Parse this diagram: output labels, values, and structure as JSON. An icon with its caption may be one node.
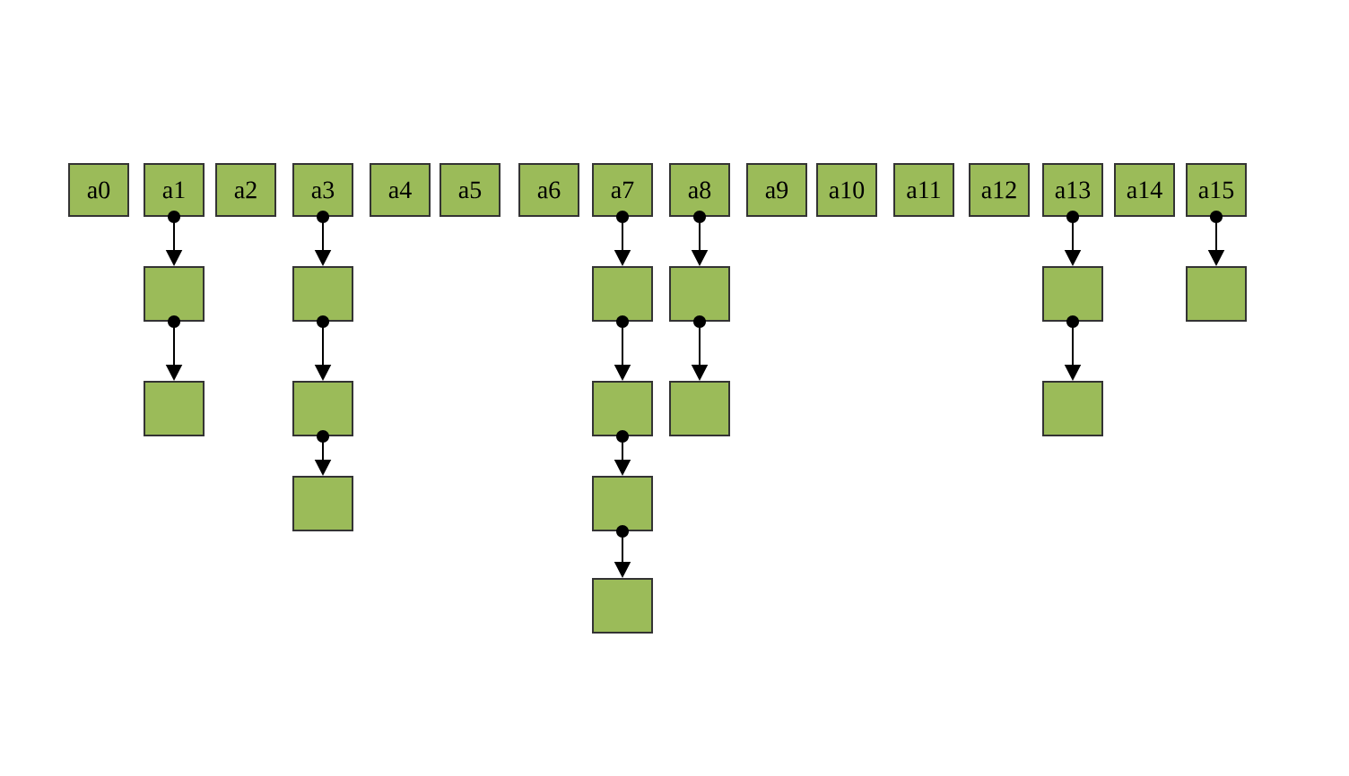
{
  "diagram": {
    "nodes": [
      {
        "text": [
          "a0"
        ]
      },
      {
        "text": [
          "a1"
        ]
      },
      {
        "text": [
          "a2"
        ]
      },
      {
        "text": [
          "a3"
        ]
      },
      {
        "text": [
          "a4"
        ]
      },
      {
        "text": [
          "a5"
        ]
      },
      {
        "text": [
          "a6"
        ]
      },
      {
        "text": [
          "a7"
        ]
      },
      {
        "text": [
          "a8"
        ]
      },
      {
        "text": [
          "a9"
        ]
      },
      {
        "text": [
          "a10"
        ]
      },
      {
        "text": [
          "a11"
        ]
      },
      {
        "text": [
          "a12"
        ]
      },
      {
        "text": [
          "a13"
        ]
      },
      {
        "text": [
          "a14"
        ]
      },
      {
        "text": [
          "a15"
        ]
      },
      {
        "text": [],
        "shape": "box"
      },
      {
        "text": [],
        "shape": "box"
      },
      {
        "text": [],
        "shape": "box"
      },
      {
        "text": [],
        "shape": "box"
      },
      {
        "text": [],
        "shape": "box"
      },
      {
        "text": [],
        "shape": "box"
      },
      {
        "text": [],
        "shape": "box"
      },
      {
        "text": [],
        "shape": "box"
      },
      {
        "text": [],
        "shape": "box"
      },
      {
        "text": [],
        "shape": "box"
      },
      {
        "text": [],
        "shape": "box"
      },
      {
        "text": [],
        "shape": "box"
      },
      {
        "text": [],
        "shape": "box"
      },
      {
        "text": [],
        "shape": "box"
      }
    ],
    "edges": [
      {
        "from": 1,
        "to": 16,
        "arrow": "to"
      },
      {
        "from": 16,
        "to": 17,
        "arrow": "to"
      },
      {
        "from": 3,
        "to": 18,
        "arrow": "to"
      },
      {
        "from": 18,
        "to": 19,
        "arrow": "to"
      },
      {
        "from": 19,
        "to": 20,
        "arrow": "to"
      },
      {
        "from": 7,
        "to": 21,
        "arrow": "to"
      },
      {
        "from": 21,
        "to": 22,
        "arrow": "to"
      },
      {
        "from": 22,
        "to": 23,
        "arrow": "to"
      },
      {
        "from": 23,
        "to": 24,
        "arrow": "to"
      },
      {
        "from": 8,
        "to": 25,
        "arrow": "to"
      },
      {
        "from": 25,
        "to": 26,
        "arrow": "to"
      },
      {
        "from": 13,
        "to": 27,
        "arrow": "to"
      },
      {
        "from": 27,
        "to": 28,
        "arrow": "to"
      },
      {
        "from": 15,
        "to": 29,
        "arrow": "to"
      }
    ]
  }
}
